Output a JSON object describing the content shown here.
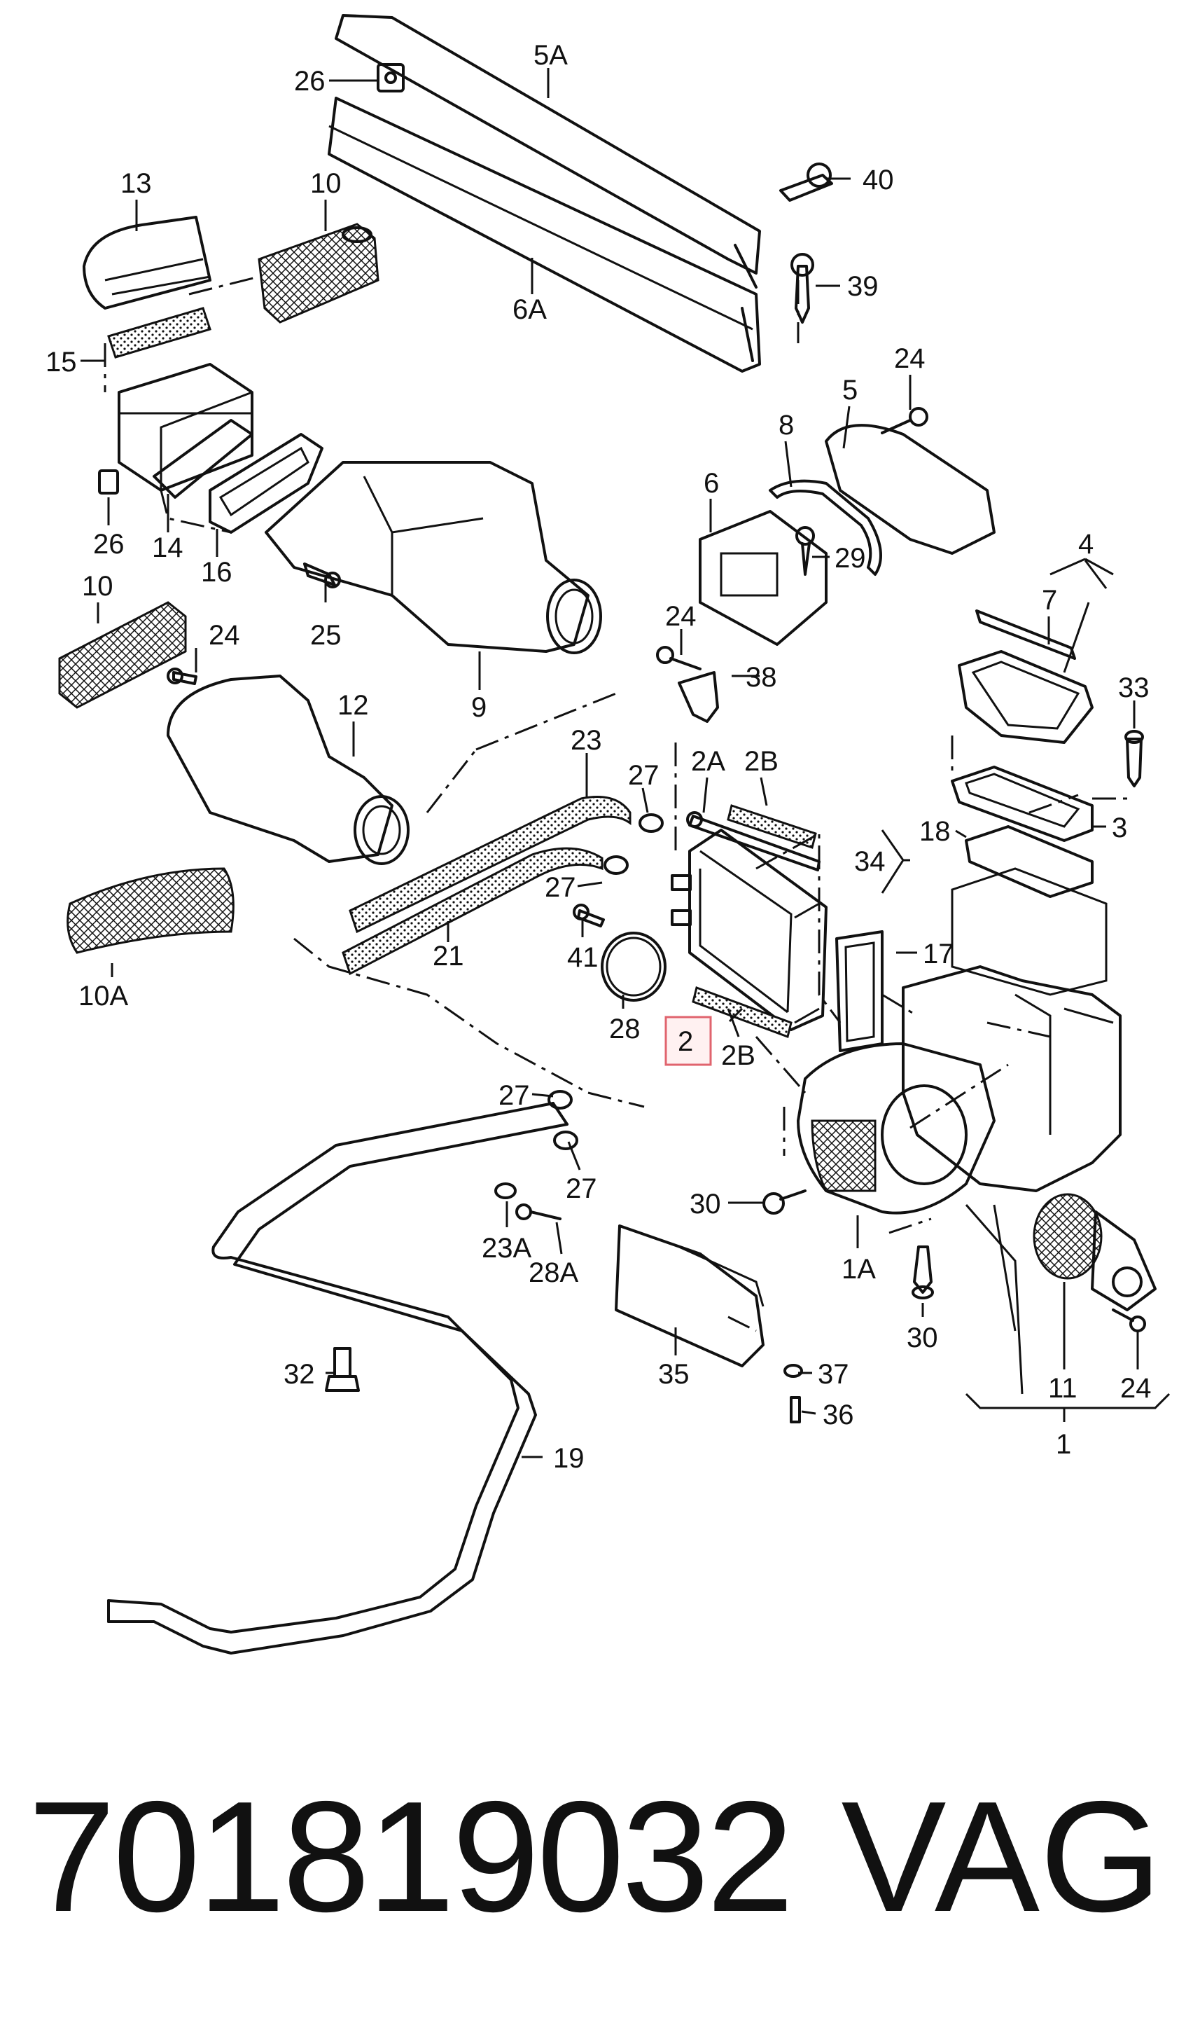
{
  "callouts": {
    "c5A": "5A",
    "c26a": "26",
    "c40": "40",
    "c13": "13",
    "c10a": "10",
    "c6A": "6A",
    "c39": "39",
    "c15": "15",
    "c24a": "24",
    "c5": "5",
    "c8": "8",
    "c6": "6",
    "c26b": "26",
    "c14": "14",
    "c16": "16",
    "c29": "29",
    "c4": "4",
    "c25": "25",
    "c10b": "10",
    "c24b": "24",
    "c7": "7",
    "c9": "9",
    "c24c": "24",
    "c38": "38",
    "c33": "33",
    "c12": "12",
    "c23": "23",
    "c27a": "27",
    "c2A": "2A",
    "c2Ba": "2B",
    "c18": "18",
    "c3": "3",
    "c34": "34",
    "c27b": "27",
    "c21": "21",
    "c41": "41",
    "c17": "17",
    "c10A": "10A",
    "c28": "28",
    "c2": "2",
    "c2Bb": "2B",
    "c27c": "27",
    "c27d": "27",
    "c30a": "30",
    "c23A": "23A",
    "c28A": "28A",
    "c1A": "1A",
    "c30b": "30",
    "c32": "32",
    "c35": "35",
    "c37": "37",
    "c11": "11",
    "c24d": "24",
    "c36": "36",
    "c1": "1",
    "c19": "19"
  },
  "footer": {
    "part_number": "701819032",
    "brand": "VAG"
  },
  "highlight": {
    "color": "#e0646e",
    "callout": "2"
  }
}
